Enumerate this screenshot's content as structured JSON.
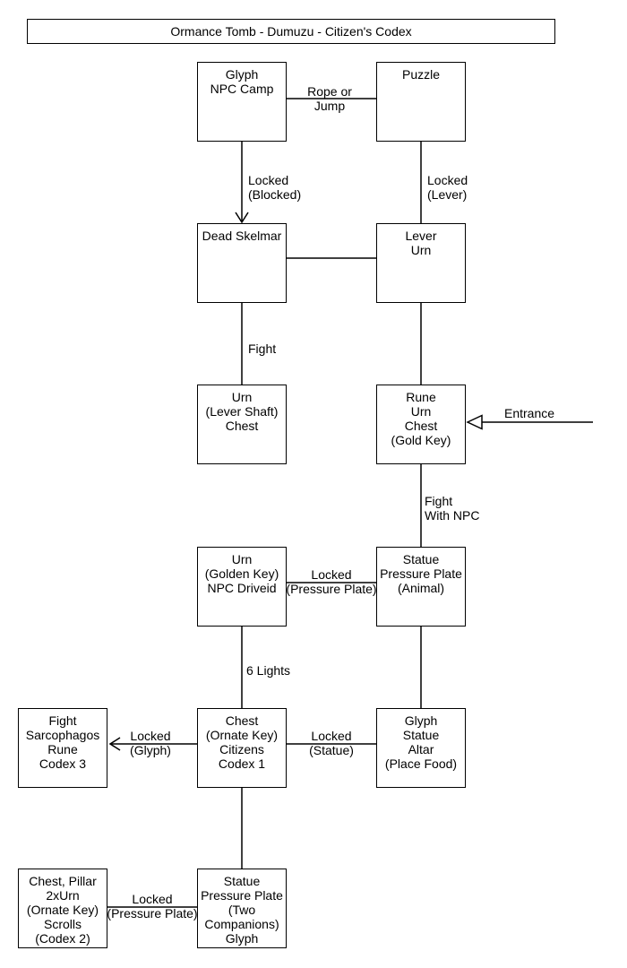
{
  "title": "Ormance Tomb - Dumuzu - Citizen's Codex",
  "nodes": {
    "glyph_npc_camp": "Glyph\nNPC Camp",
    "puzzle": "Puzzle",
    "dead_skelmar": "Dead Skelmar",
    "lever_urn": "Lever\nUrn",
    "urn_lever_shaft_chest": "Urn\n(Lever Shaft)\nChest",
    "rune_urn_chest_gold_key": "Rune\nUrn\nChest\n(Gold Key)",
    "urn_golden_key_npc_driveid": "Urn\n(Golden Key)\nNPC Driveid",
    "statue_pressure_plate_animal": "Statue\nPressure Plate\n(Animal)",
    "fight_sarcophagos_rune_codex3": "Fight\nSarcophagos\nRune\nCodex 3",
    "chest_ornate_key_citizens_codex1": "Chest\n(Ornate Key)\nCitizens\nCodex 1",
    "glyph_statue_altar_place_food": "Glyph\nStatue\nAltar\n(Place Food)",
    "chest_pillar_2xurn_ornate_key_scrolls_codex2": "Chest, Pillar\n2xUrn\n(Ornate Key)\nScrolls\n(Codex 2)",
    "statue_pressure_plate_two_companions_glyph": "Statue\nPressure Plate\n(Two\nCompanions)\nGlyph"
  },
  "edge_labels": {
    "rope_or_jump": "Rope or\nJump",
    "locked_blocked": "Locked\n(Blocked)",
    "locked_lever": "Locked\n(Lever)",
    "fight": "Fight",
    "entrance": "Entrance",
    "fight_with_npc": "Fight\nWith NPC",
    "locked_pressure_plate_mid": "Locked\n(Pressure Plate)",
    "six_lights": "6 Lights",
    "locked_glyph": "Locked\n(Glyph)",
    "locked_statue": "Locked\n(Statue)",
    "locked_pressure_plate_bottom": "Locked\n(Pressure Plate)"
  },
  "colors": {
    "line": "#000000",
    "text": "#000000",
    "background": "#ffffff"
  }
}
